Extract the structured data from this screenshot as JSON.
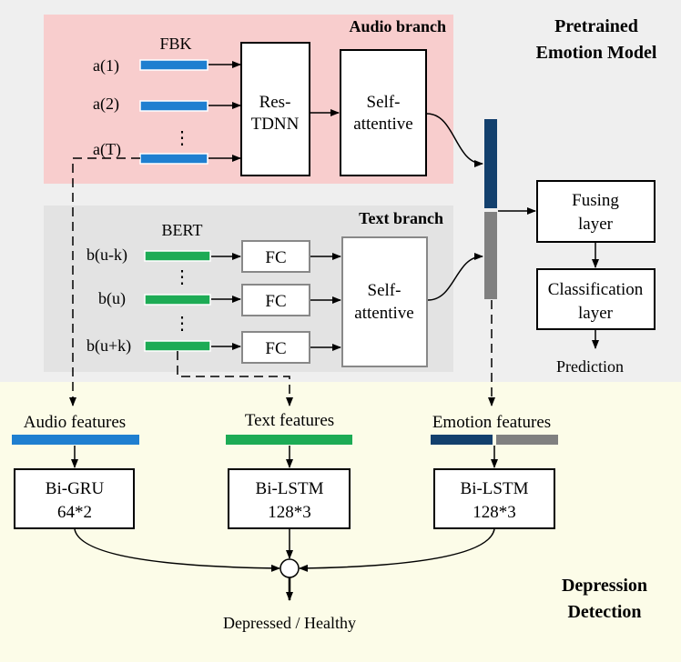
{
  "regions": {
    "pretrained": {
      "title_line1": "Pretrained",
      "title_line2": "Emotion Model"
    },
    "audio_branch": {
      "title": "Audio branch",
      "fbk_label": "FBK",
      "inputs": [
        "a(1)",
        "a(2)",
        "a(T)"
      ],
      "ellipsis": "⋮",
      "res_tdnn_line1": "Res-",
      "res_tdnn_line2": "TDNN",
      "self_att_line1": "Self-",
      "self_att_line2": "attentive"
    },
    "text_branch": {
      "title": "Text branch",
      "bert_label": "BERT",
      "inputs": [
        "b(u-k)",
        "b(u)",
        "b(u+k)"
      ],
      "ellipsis": "⋮",
      "fc_label": "FC",
      "self_att_line1": "Self-",
      "self_att_line2": "attentive"
    },
    "fusion": {
      "fusing_line1": "Fusing",
      "fusing_line2": "layer",
      "classif_line1": "Classification",
      "classif_line2": "layer",
      "prediction": "Prediction"
    },
    "depression": {
      "title_line1": "Depression",
      "title_line2": "Detection",
      "audio_features": "Audio features",
      "text_features": "Text features",
      "emotion_features": "Emotion features",
      "gru_line1": "Bi-GRU",
      "gru_line2": "64*2",
      "lstm_text_line1": "Bi-LSTM",
      "lstm_text_line2": "128*3",
      "lstm_emo_line1": "Bi-LSTM",
      "lstm_emo_line2": "128*3",
      "output": "Depressed / Healthy"
    }
  },
  "colors": {
    "pretrained_bg": "#efefef",
    "audio_bg": "#f8cdcd",
    "text_bg": "#e3e3e3",
    "depression_bg": "#fcfce8",
    "blue": "#1f7fd0",
    "green": "#1dab55",
    "navy": "#13406d",
    "grey_bar": "#808080",
    "box_grey": "#888888"
  }
}
